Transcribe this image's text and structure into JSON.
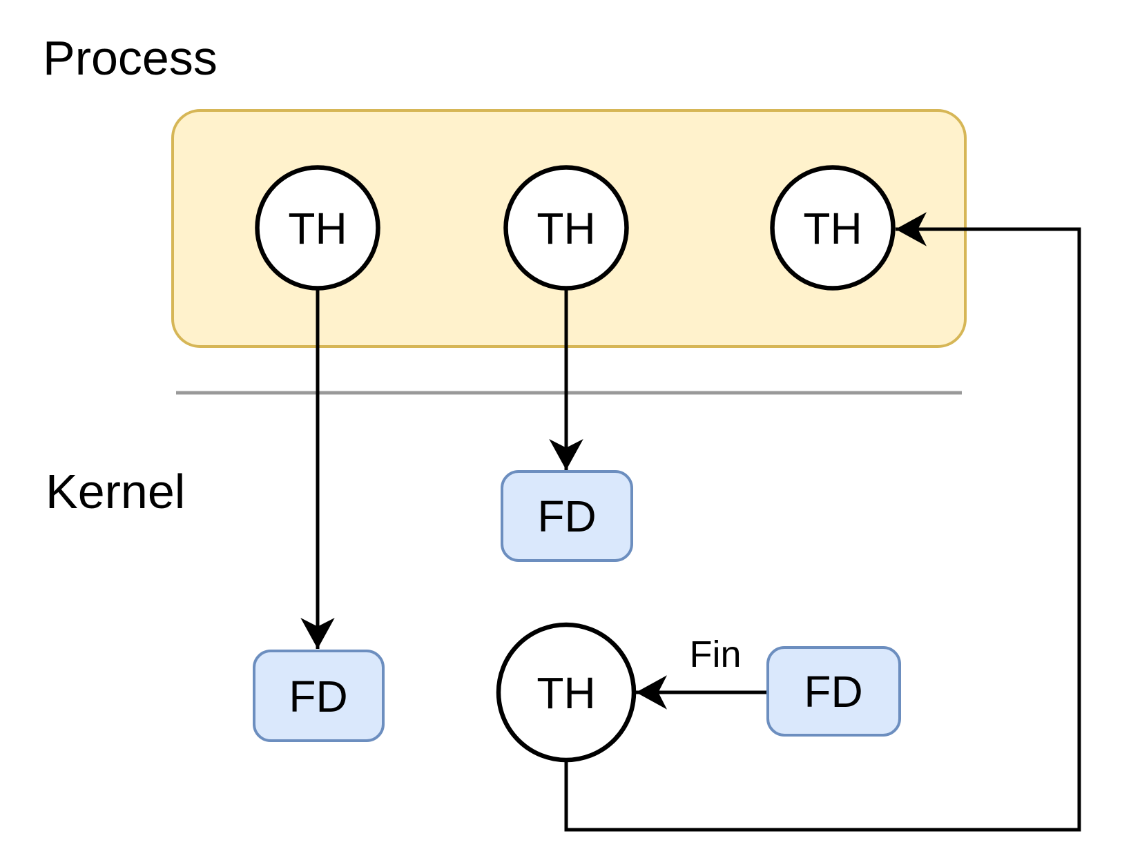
{
  "labels": {
    "process": "Process",
    "kernel": "Kernel",
    "fin": "Fin"
  },
  "nodes": {
    "process_threads": [
      {
        "label": "TH"
      },
      {
        "label": "TH"
      },
      {
        "label": "TH"
      }
    ],
    "kernel_thread": {
      "label": "TH"
    },
    "file_descriptors": [
      {
        "label": "FD"
      },
      {
        "label": "FD"
      },
      {
        "label": "FD"
      }
    ]
  },
  "colors": {
    "background": "#FFFFFF",
    "process_box_fill": "#FFF2CC",
    "process_box_stroke": "#D6B656",
    "thread_fill": "#FFFFFF",
    "thread_stroke": "#000000",
    "fd_fill": "#DAE8FC",
    "fd_stroke": "#6C8EBF",
    "divider": "#999999",
    "arrow": "#000000",
    "text": "#000000"
  }
}
